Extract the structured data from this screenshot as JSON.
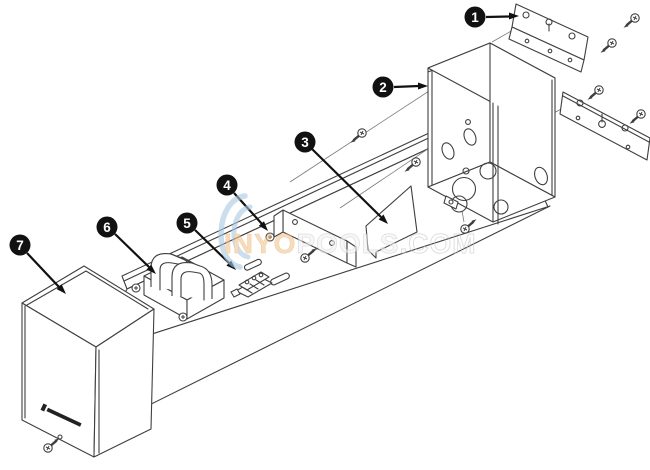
{
  "figure_type": "exploded-parts-diagram",
  "callouts": [
    "1",
    "2",
    "3",
    "4",
    "5",
    "6",
    "7"
  ],
  "watermark": {
    "segment1": "INYO",
    "segment2": "POOLS",
    "segment3": ".COM"
  },
  "colors": {
    "background": "#ffffff",
    "line": "#3f3f3f",
    "callout_badge": "#111111",
    "callout_number": "#ffffff",
    "watermark_orange": "#f2c58f",
    "watermark_gray": "#cccccc",
    "watermark_blue": "#a9c9e3"
  }
}
